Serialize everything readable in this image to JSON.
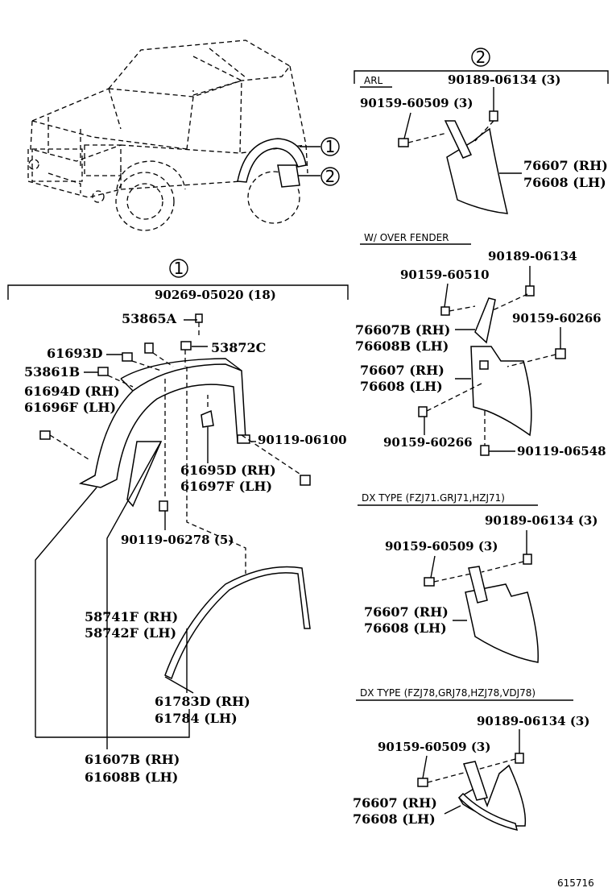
{
  "callout_1": "1",
  "callout_2": "2",
  "section_1": {
    "number": "1",
    "parts": {
      "p90269": "90269-05020 (18)",
      "p53865A": "53865A",
      "p53872C": "53872C",
      "p61693D": "61693D",
      "p53861B": "53861B",
      "p61694D": "61694D (RH)",
      "p61696F": "61696F (LH)",
      "p90119_06100": "90119-06100",
      "p61695D": "61695D (RH)",
      "p61697F": "61697F (LH)",
      "p90119_06278": "90119-06278 (5)",
      "p58741F": "58741F (RH)",
      "p58742F": "58742F (LH)",
      "p61783D": "61783D (RH)",
      "p61784": "61784   (LH)",
      "p61607B": "61607B (RH)",
      "p61608B": "61608B (LH)"
    }
  },
  "section_2": {
    "number": "2",
    "arl": {
      "header": "ARL",
      "p90189": "90189-06134 (3)",
      "p90159": "90159-60509 (3)",
      "p76607": "76607 (RH)",
      "p76608": "76608 (LH)"
    },
    "over_fender": {
      "header": "W/ OVER FENDER",
      "p90189": "90189-06134",
      "p90159_60510": "90159-60510",
      "p90159_60266_a": "90159-60266",
      "p76607B": "76607B (RH)",
      "p76608B": "76608B (LH)",
      "p76607": "76607 (RH)",
      "p76608": "76608 (LH)",
      "p90159_60266_b": "90159-60266",
      "p90119_06548": "90119-06548"
    },
    "dx_fzj71": {
      "header": "DX TYPE (FZJ71.GRJ71,HZJ71)",
      "p90189": "90189-06134 (3)",
      "p90159": "90159-60509 (3)",
      "p76607": "76607 (RH)",
      "p76608": "76608 (LH)"
    },
    "dx_fzj78": {
      "header": "DX TYPE (FZJ78,GRJ78,HZJ78,VDJ78)",
      "p90189": "90189-06134 (3)",
      "p90159": "90159-60509 (3)",
      "p76607": "76607 (RH)",
      "p76608": "76608 (LH)"
    }
  },
  "figure_number": "615716"
}
